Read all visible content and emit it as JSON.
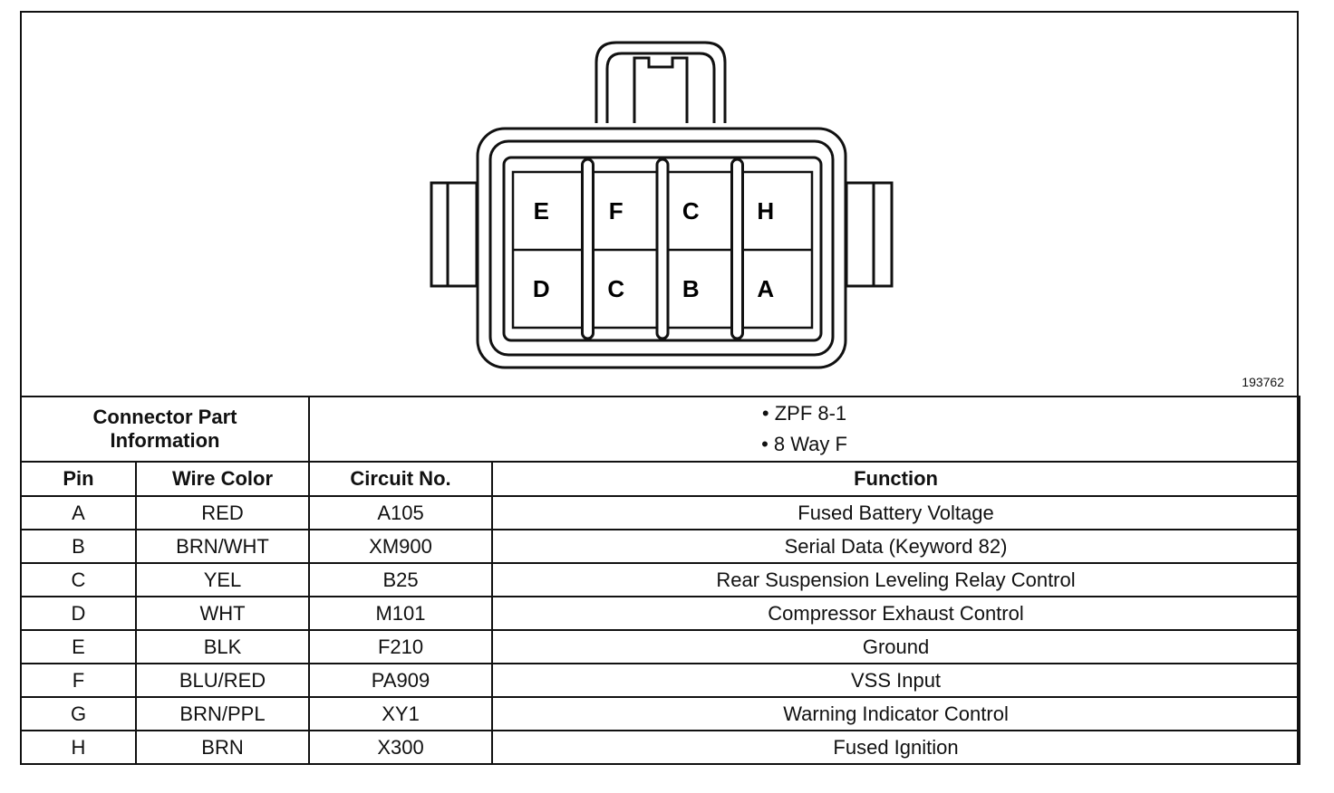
{
  "figure_number": "193762",
  "connector": {
    "top_row": [
      "E",
      "F",
      "C",
      "H"
    ],
    "bottom_row": [
      "D",
      "C",
      "B",
      "A"
    ]
  },
  "part_info": {
    "label_line1": "Connector Part",
    "label_line2": "Information",
    "items": [
      "ZPF 8-1",
      "8 Way F"
    ]
  },
  "table": {
    "headers": {
      "pin": "Pin",
      "wire_color": "Wire Color",
      "circuit": "Circuit No.",
      "function": "Function"
    },
    "rows": [
      {
        "pin": "A",
        "wire_color": "RED",
        "circuit": "A105",
        "function": "Fused Battery Voltage"
      },
      {
        "pin": "B",
        "wire_color": "BRN/WHT",
        "circuit": "XM900",
        "function": "Serial Data (Keyword 82)"
      },
      {
        "pin": "C",
        "wire_color": "YEL",
        "circuit": "B25",
        "function": "Rear Suspension Leveling Relay Control"
      },
      {
        "pin": "D",
        "wire_color": "WHT",
        "circuit": "M101",
        "function": "Compressor Exhaust Control"
      },
      {
        "pin": "E",
        "wire_color": "BLK",
        "circuit": "F210",
        "function": "Ground"
      },
      {
        "pin": "F",
        "wire_color": "BLU/RED",
        "circuit": "PA909",
        "function": "VSS Input"
      },
      {
        "pin": "G",
        "wire_color": "BRN/PPL",
        "circuit": "XY1",
        "function": "Warning Indicator Control"
      },
      {
        "pin": "H",
        "wire_color": "BRN",
        "circuit": "X300",
        "function": "Fused Ignition"
      }
    ]
  }
}
